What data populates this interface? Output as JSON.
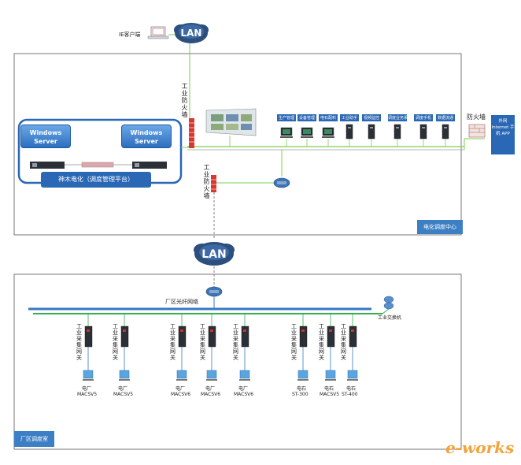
{
  "top": {
    "ie_client_label": "IE客户端",
    "lan_label": "LAN"
  },
  "control_center": {
    "region_label": "电化调度中心",
    "firewall_left_label": "工业防火墙",
    "firewall_mid_label": "工业防火墙",
    "firewall_right_label": "防火墙",
    "external_box": "外网 Internet 手机 APP",
    "server_left": "Windows Server",
    "server_right": "Windows Server",
    "platform_label": "神木电化（调度管理平台）",
    "business_stations": [
      "生产管理",
      "设备管理",
      "电石配料",
      "工业助手",
      "视频监控",
      "调度业务系统",
      "调度手机",
      "数据流通"
    ]
  },
  "middle": {
    "lan_label": "LAN"
  },
  "plant": {
    "region_label": "厂区调度室",
    "fiber_label": "厂区光纤网络",
    "switch_label": "工业交换机",
    "gateways": [
      {
        "gw_label": "工业采集网关",
        "dev_label": "电厂",
        "dev_model": "MACSV5"
      },
      {
        "gw_label": "工业采集网关",
        "dev_label": "电厂",
        "dev_model": "MACSV5"
      },
      {
        "gw_label": "工业采集网关",
        "dev_label": "电厂",
        "dev_model": "MACSV6"
      },
      {
        "gw_label": "工业采集网关",
        "dev_label": "电厂",
        "dev_model": "MACSV6"
      },
      {
        "gw_label": "工业采集网关",
        "dev_label": "电厂",
        "dev_model": "MACSV6"
      },
      {
        "gw_label": "工业采集网关",
        "dev_label": "电石",
        "dev_model": "ST-300"
      },
      {
        "gw_label": "工业采集网关",
        "dev_label": "电石",
        "dev_model": "MACSV5"
      },
      {
        "gw_label": "工业采集网关",
        "dev_label": "电石",
        "dev_model": "ST-400"
      }
    ]
  },
  "watermark": "e-works",
  "colors": {
    "link_green": "#7ccf4f",
    "fiber_blue": "#3a78c2",
    "fiber_green": "#2fb34a",
    "frame_blue": "#2a67b5",
    "lan_cloud": "#2c4f7e"
  },
  "icons": {
    "lan": "cloud-icon",
    "firewall": "firewall-icon",
    "router": "router-icon",
    "gateway": "gateway-icon",
    "device": "pc-icon"
  }
}
